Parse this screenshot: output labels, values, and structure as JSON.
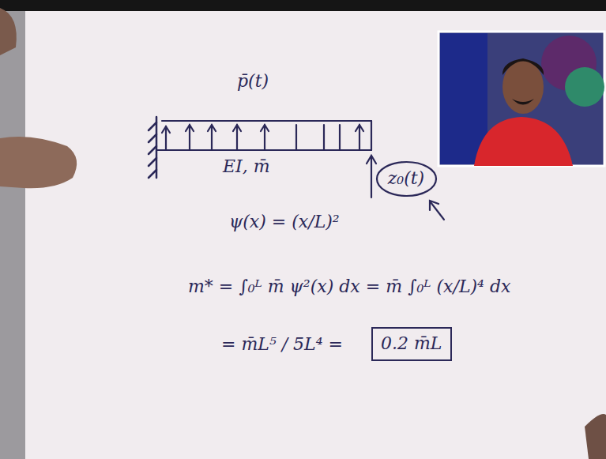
{
  "diagram": {
    "nodes": [
      {
        "text": [
          "z₀(t)"
        ]
      },
      {
        "text": [
          "0.2 m̄L"
        ]
      }
    ],
    "labels": [
      "p̄(t)",
      "EI, m̄",
      "ψ(x) = (x/L)²",
      "m* = ∫₀ᴸ m̄ ψ²(x) dx = m̄ ∫₀ᴸ (x/L)⁴ dx",
      "= m̄L⁵ / 5L⁴ ="
    ]
  }
}
